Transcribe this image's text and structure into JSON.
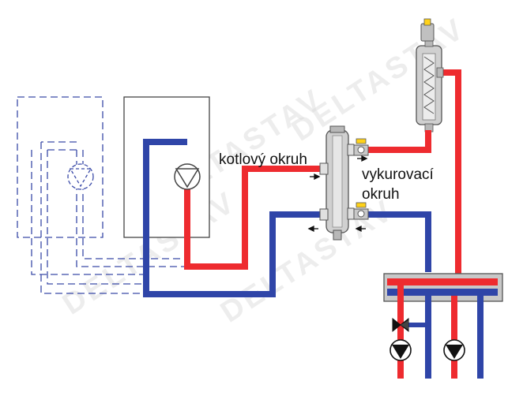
{
  "labels": {
    "boiler_circuit": "kotlový okruh",
    "heating_circuit_line1": "vykurovací",
    "heating_circuit_line2": "okruh"
  },
  "watermark": {
    "text": "DELTASTAV"
  },
  "colors": {
    "supply": "#ee2b2f",
    "return": "#2f45a8",
    "outline": "#444444",
    "dashed_outline": "#3a4aa8",
    "component_gray": "#c8c8c8",
    "background": "#ffffff"
  }
}
